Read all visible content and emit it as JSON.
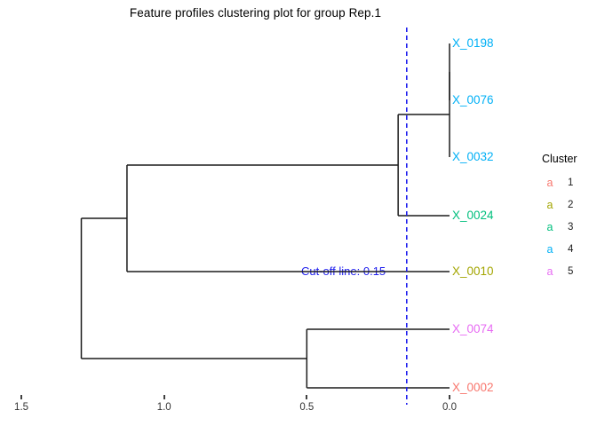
{
  "title": "Feature profiles clustering plot for group Rep.1",
  "cutoff": {
    "label": "Cut-off line: 0.15",
    "value": 0.15
  },
  "axis": {
    "labels": [
      "1.5",
      "1.0",
      "0.5",
      "0.0"
    ]
  },
  "legend": {
    "title": "Cluster",
    "items": [
      {
        "key": "a",
        "label": "1",
        "color": "#F8766D"
      },
      {
        "key": "a",
        "label": "2",
        "color": "#A3A500"
      },
      {
        "key": "a",
        "label": "3",
        "color": "#00BF7D"
      },
      {
        "key": "a",
        "label": "4",
        "color": "#00B0F6"
      },
      {
        "key": "a",
        "label": "5",
        "color": "#E76BF3"
      }
    ]
  },
  "colors": {
    "line": "#1c1c1c",
    "cutoff": "#1f1fee",
    "tick": "#404040",
    "tick_text": "#333333"
  },
  "chart_data": {
    "type": "dendrogram",
    "orientation": "horizontal",
    "title": "Feature profiles clustering plot for group Rep.1",
    "xlabel": "",
    "x_ticks": [
      1.5,
      1.0,
      0.5,
      0.0
    ],
    "xlim": [
      1.55,
      0.0
    ],
    "grid": false,
    "legend_position": "right",
    "cutoff_line": {
      "value": 0.15,
      "style": "dashed",
      "color": "#1f1fee",
      "label": "Cut-off line: 0.15"
    },
    "leaves": [
      {
        "label": "X_0198",
        "cluster": 4,
        "color": "#00B0F6"
      },
      {
        "label": "X_0076",
        "cluster": 4,
        "color": "#00B0F6"
      },
      {
        "label": "X_0032",
        "cluster": 4,
        "color": "#00B0F6"
      },
      {
        "label": "X_0024",
        "cluster": 3,
        "color": "#00BF7D"
      },
      {
        "label": "X_0010",
        "cluster": 2,
        "color": "#A3A500"
      },
      {
        "label": "X_0074",
        "cluster": 5,
        "color": "#E76BF3"
      },
      {
        "label": "X_0002",
        "cluster": 1,
        "color": "#F8766D"
      }
    ],
    "merges": [
      {
        "id": "M0",
        "children": [
          "L0",
          "L1"
        ],
        "height": 0.0
      },
      {
        "id": "M1",
        "children": [
          "M0",
          "L2"
        ],
        "height": 0.0
      },
      {
        "id": "M2",
        "children": [
          "M1",
          "L3"
        ],
        "height": 0.18
      },
      {
        "id": "M3",
        "children": [
          "M2",
          "L4"
        ],
        "height": 1.13
      },
      {
        "id": "M4",
        "children": [
          "L5",
          "L6"
        ],
        "height": 0.5
      },
      {
        "id": "M5",
        "children": [
          "M3",
          "M4"
        ],
        "height": 1.29
      }
    ]
  }
}
